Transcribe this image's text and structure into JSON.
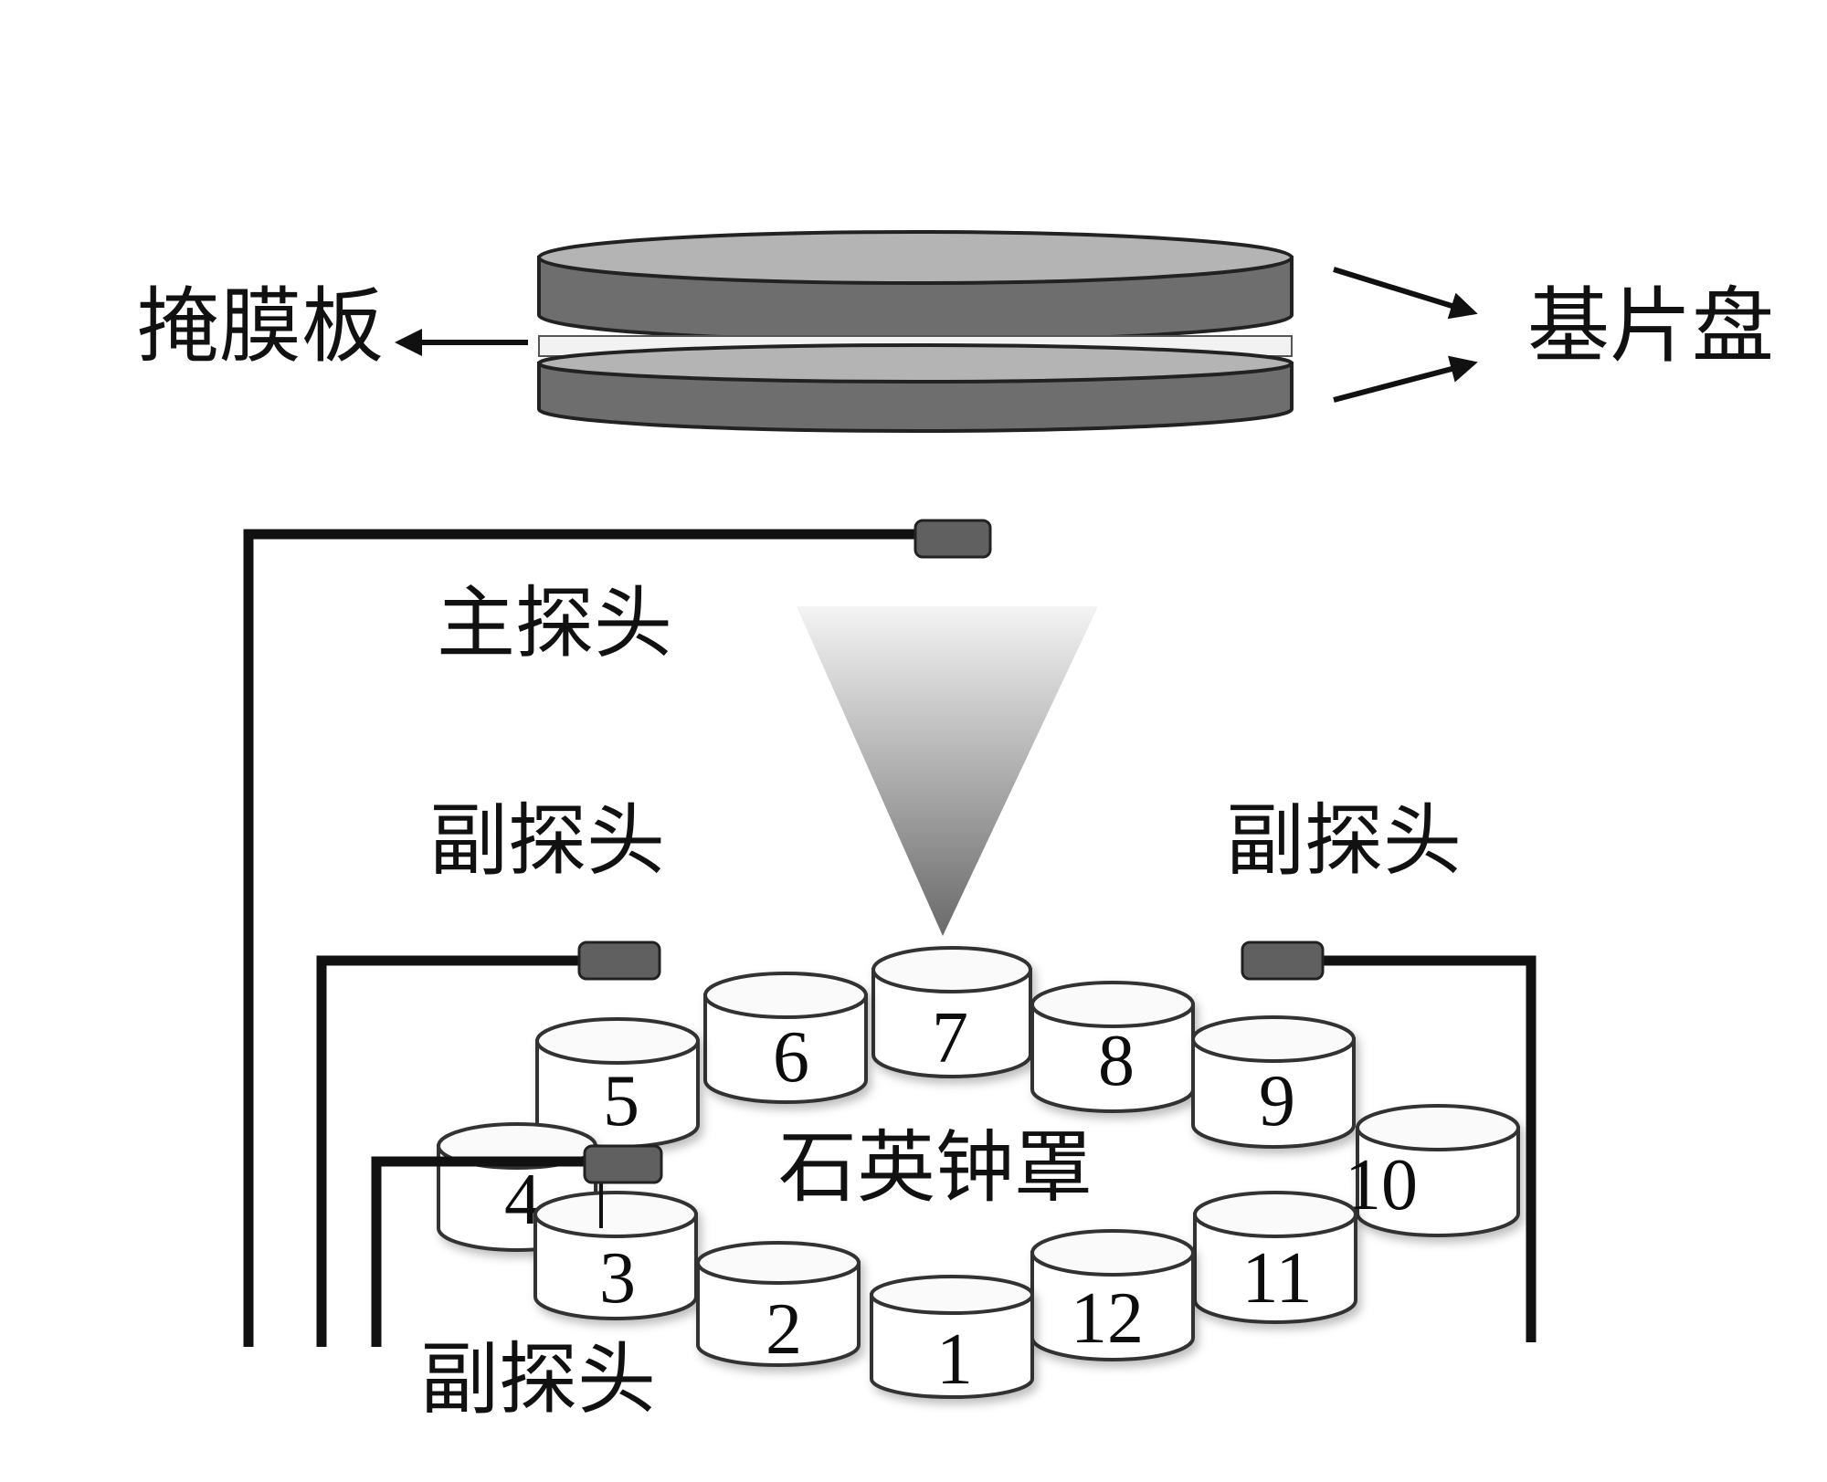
{
  "labels": {
    "mask_plate": "掩膜板",
    "substrate_disk": "基片盘",
    "main_probe": "主探头",
    "aux_probe_top_left": "副探头",
    "aux_probe_top_right": "副探头",
    "aux_probe_bottom": "副探头",
    "quartz_bell_jar": "石英钟罩"
  },
  "crucibles": [
    "1",
    "2",
    "3",
    "4",
    "5",
    "6",
    "7",
    "8",
    "9",
    "10",
    "11",
    "12"
  ],
  "colors": {
    "disk_top": "#b4b4b4",
    "disk_side": "#6e6e6e",
    "gap": "#f2f2f2",
    "probe": "#606060",
    "wire": "#111111",
    "cone_top": "#f4f4f4",
    "cone_bottom": "#6a6a6a"
  }
}
